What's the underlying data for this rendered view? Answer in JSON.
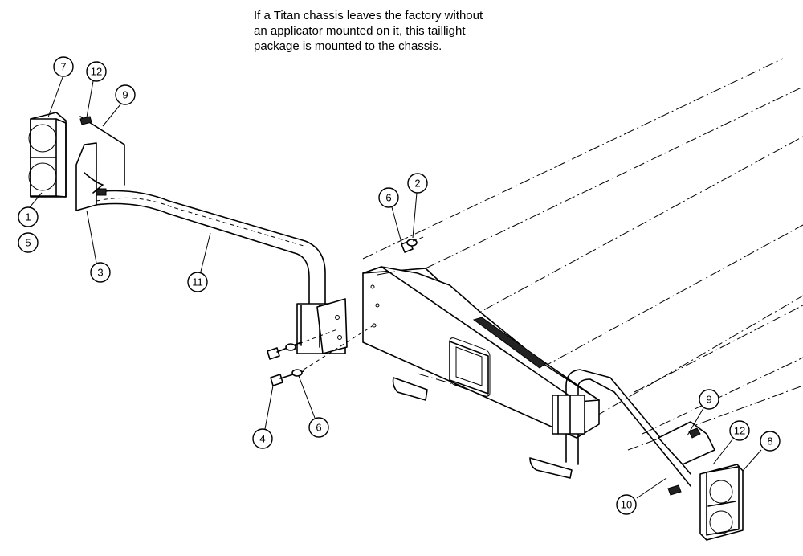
{
  "note": {
    "lines": [
      "If a Titan chassis leaves the factory without",
      "an applicator mounted on it, this taillight",
      "package is mounted to the chassis."
    ]
  },
  "callouts": [
    "7",
    "12",
    "9",
    "1",
    "5",
    "3",
    "11",
    "6",
    "2",
    "4",
    "6",
    "9",
    "12",
    "8",
    "10"
  ]
}
